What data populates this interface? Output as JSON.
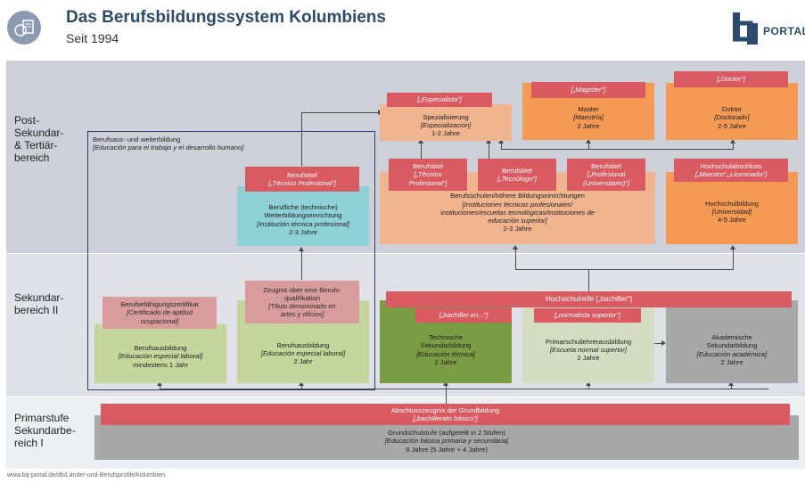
{
  "header": {
    "title": "Das Berufsbildungssystem Kolumbiens",
    "subtitle": "Seit 1994"
  },
  "logo": {
    "text": "PORTAL"
  },
  "rows": {
    "tertiary": "Post-\nSekundar-\n& Tertiär-\nbereich",
    "secondary": "Sekundar-\nbereich II",
    "primary": "Primarstufe\nSekundarbe-\nreich I"
  },
  "frame_label": {
    "title": "Berufsaus- und weiterbildung",
    "sub": "[Educación para el trabajo y el desarrollo humano]"
  },
  "tertiary": {
    "especialista_tag": "[„Especialista“]",
    "especializacion": {
      "title": "Spezialisierung",
      "sub": "[Especialización]",
      "dur": "1-2 Jahre"
    },
    "magister_tag": "[„Magister“]",
    "maestria": {
      "title": "Master",
      "sub": "[Maestría]",
      "dur": "2 Jahre"
    },
    "doctor_tag": "[„Doctor“]",
    "doctorado": {
      "title": "Doktor",
      "sub": "[Doctorado]",
      "dur": "2-5 Jahre"
    },
    "tecnico_prof_tag": {
      "title": "Berufstitel",
      "sub": "[„Técnico Profesional“]"
    },
    "weiterbildung": {
      "title": "Berufliche (technische)\nWeiterbildungseinrichtung",
      "sub": "[Institución técnica profesional]",
      "dur": "2-3 Jahre"
    },
    "tag_tecnico": {
      "title": "Berufstitel",
      "sub": "[„Técnico\nProfesional“]"
    },
    "tag_tecnologo": {
      "title": "Berufstitel",
      "sub": "[„Tecnólogo“]"
    },
    "tag_universitario": {
      "title": "Berufstitel",
      "sub": "[„Profesional\n(Universitario)“]"
    },
    "tag_hochschul": {
      "title": "Hochschulabschluss",
      "sub": "[„Maestro“,„Licenciado“]"
    },
    "berufsschulen": {
      "title": "Berufsschulen/höhere Bildungseinrichtungen",
      "sub": "[Instituciones técnicas profesionales/\ninstituciones/escuelas tecnológicas/instituciones de\neducación superior]",
      "dur": "2-3 Jahre"
    },
    "hochschulbildung": {
      "title": "Hochschulbildung",
      "sub": "[Universidad]",
      "dur": "4-5 Jahre"
    }
  },
  "secondary": {
    "zertifikat": {
      "title": "Berufsefähigungszertifikat",
      "sub": "[Certificado de aptitud\nocupacional]"
    },
    "berufsausbildung1": {
      "title": "Berufsausbildung",
      "sub": "[Educación especial laboral]",
      "dur": "mindestens 1 Jahr"
    },
    "zeugnis": {
      "title": "Zeugnis über eine Berufs-\nqualifikation",
      "sub": "[Título denominado en\nartes y oficios]"
    },
    "berufsausbildung2": {
      "title": "Berufsausbildung",
      "sub": "[Educación especial laboral]",
      "dur": "2 Jahr"
    },
    "hochschulreife": "Hochschulreife [„bachiller“]",
    "tag_bachiller": "[„bachiller en...“]",
    "tag_normalista": "[„normalista superior“]",
    "technische": {
      "title": "Technische\nSekundarbildung",
      "sub": "[Educación técnica]",
      "dur": "2 Jahre"
    },
    "primarschul": {
      "title": "Primarschullehrerausbildung",
      "sub": "[Escuela normal superior]",
      "dur": "2 Jahre"
    },
    "akademische": {
      "title": "Akademische\nSekundarbildung",
      "sub": "[Educación académica]",
      "dur": "2 Jahre"
    }
  },
  "primary": {
    "abschluss": {
      "title": "Abschlusszeugnis der Grundbildung",
      "sub": "[„bachillerato básico“]"
    },
    "grundschule": {
      "title": "Grundschulstufe (aufgeteilt in 2 Stufen)",
      "sub": "[Educación básica primaria y secundaria]",
      "dur": "9 Jahre (5 Jahre + 4 Jahre)"
    }
  },
  "footer": "www.bq-portal.de/db/Länder-und-Berufsprofile/kolumbien"
}
